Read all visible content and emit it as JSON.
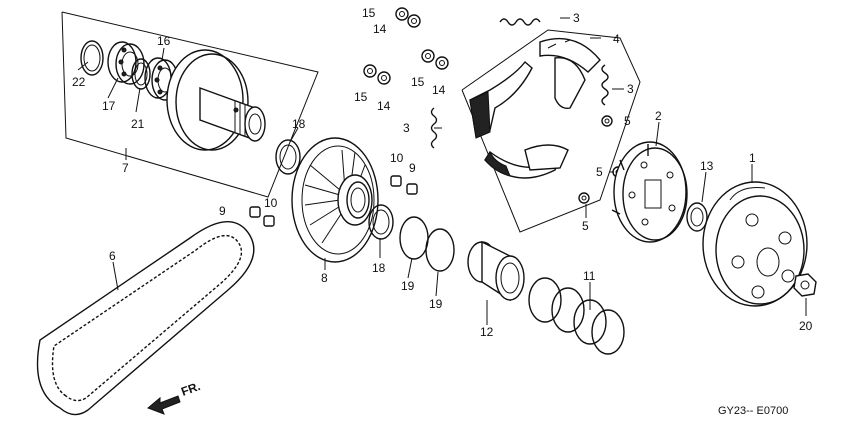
{
  "diagram": {
    "code": "GY23-- E0700",
    "direction_label": "FR.",
    "callouts": [
      {
        "id": "c1",
        "text": "1"
      },
      {
        "id": "c2",
        "text": "2"
      },
      {
        "id": "c3a",
        "text": "3"
      },
      {
        "id": "c3b",
        "text": "3"
      },
      {
        "id": "c3c",
        "text": "3"
      },
      {
        "id": "c4",
        "text": "4"
      },
      {
        "id": "c5a",
        "text": "5"
      },
      {
        "id": "c5b",
        "text": "5"
      },
      {
        "id": "c5c",
        "text": "5"
      },
      {
        "id": "c6",
        "text": "6"
      },
      {
        "id": "c7",
        "text": "7"
      },
      {
        "id": "c8",
        "text": "8"
      },
      {
        "id": "c9a",
        "text": "9"
      },
      {
        "id": "c9b",
        "text": "9"
      },
      {
        "id": "c10a",
        "text": "10"
      },
      {
        "id": "c10b",
        "text": "10"
      },
      {
        "id": "c11",
        "text": "11"
      },
      {
        "id": "c12",
        "text": "12"
      },
      {
        "id": "c13",
        "text": "13"
      },
      {
        "id": "c14a",
        "text": "14"
      },
      {
        "id": "c14b",
        "text": "14"
      },
      {
        "id": "c14c",
        "text": "14"
      },
      {
        "id": "c15a",
        "text": "15"
      },
      {
        "id": "c15b",
        "text": "15"
      },
      {
        "id": "c15c",
        "text": "15"
      },
      {
        "id": "c16",
        "text": "16"
      },
      {
        "id": "c17",
        "text": "17"
      },
      {
        "id": "c18a",
        "text": "18"
      },
      {
        "id": "c18b",
        "text": "18"
      },
      {
        "id": "c19a",
        "text": "19"
      },
      {
        "id": "c19b",
        "text": "19"
      },
      {
        "id": "c20",
        "text": "20"
      },
      {
        "id": "c21",
        "text": "21"
      },
      {
        "id": "c22",
        "text": "22"
      }
    ]
  }
}
